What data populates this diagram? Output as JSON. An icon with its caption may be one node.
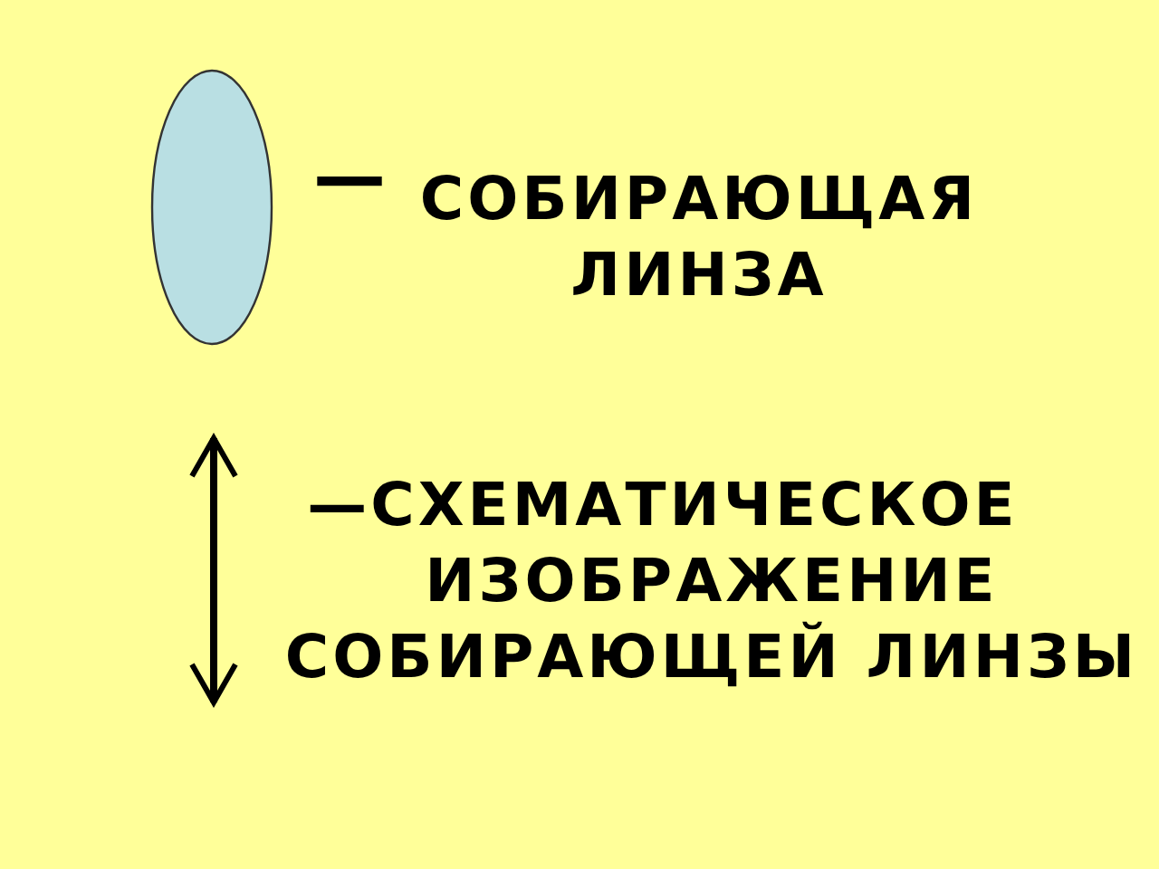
{
  "diagram": {
    "nodes": [
      {
        "text": [],
        "shape": "ellipse",
        "beside": [
          "—",
          "СОБИРАЮЩАЯ ЛИНЗА"
        ]
      },
      {
        "text": [],
        "shape": "arrow",
        "beside": [
          "—СХЕМАТИЧЕСКОЕ ИЗОБРАЖЕНИЕ СОБИРАЮЩЕЙ ЛИНЗЫ"
        ]
      }
    ]
  }
}
